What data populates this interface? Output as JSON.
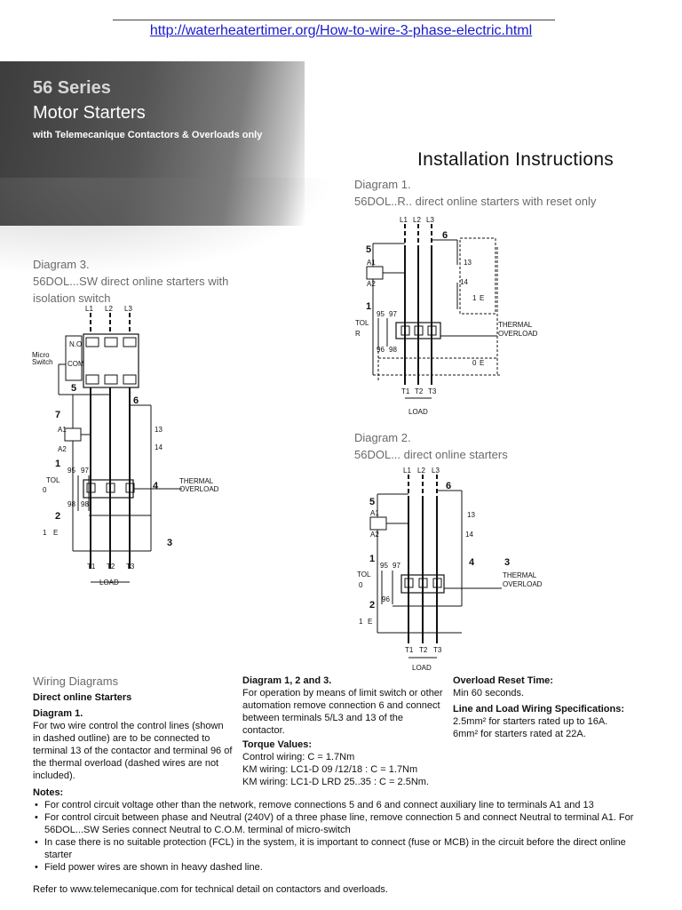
{
  "header": {
    "url": "http://waterheatertimer.org/How-to-wire-3-phase-electric.html",
    "series": "56 Series",
    "product": "Motor Starters",
    "tagline": "with Telemecanique Contactors & Overloads only",
    "install_title": "Installation Instructions"
  },
  "diagrams": {
    "d1": {
      "title": "Diagram 1.",
      "subtitle": "56DOL..R.. direct online starters with reset only"
    },
    "d2": {
      "title": "Diagram 2.",
      "subtitle": "56DOL... direct online starters"
    },
    "d3": {
      "title": "Diagram 3.",
      "subtitle": "56DOL...SW direct online starters with isolation switch"
    },
    "labels": {
      "l1": "L1",
      "l2": "L2",
      "l3": "L3",
      "t1": "T1",
      "t2": "T2",
      "t3": "T3",
      "n1": "1",
      "n2": "2",
      "n3": "3",
      "n4": "4",
      "n5": "5",
      "n6": "6",
      "n7": "7",
      "n13": "13",
      "n14": "14",
      "n95": "95",
      "n96": "96",
      "n97": "97",
      "n98": "98",
      "a1": "A1",
      "a2": "A2",
      "tol": "TOL",
      "r": "R",
      "zero": "0",
      "one": "1",
      "e": "E",
      "thermal": "THERMAL",
      "overload": "OVERLOAD",
      "load": "LOAD",
      "no": "N.O",
      "com": "COM",
      "micro": "Micro",
      "switch": "Switch"
    }
  },
  "wiring": {
    "heading": "Wiring Diagrams",
    "subheading": "Direct online Starters",
    "d1_title": "Diagram 1.",
    "d1_text": "For two wire control the control lines (shown in dashed outline) are to be connected to terminal 13 of the contactor and terminal 96 of the thermal overload (dashed wires are not included).",
    "d123_title": "Diagram 1, 2 and 3.",
    "d123_text": "For operation by means of limit switch or other automation remove connection 6 and connect between terminals 5/L3 and 13 of the contactor.",
    "torque_title": "Torque Values:",
    "torque_lines": [
      "Control wiring: C = 1.7Nm",
      "KM wiring: LC1-D 09 /12/18 : C = 1.7Nm",
      "KM wiring: LC1-D LRD 25..35 : C = 2.5Nm."
    ],
    "reset_title": "Overload Reset Time:",
    "reset_text": "Min 60 seconds.",
    "spec_title": "Line and Load Wiring Specifications:",
    "spec_lines": [
      "2.5mm² for starters rated up to 16A.",
      "6mm² for starters rated at 22A."
    ]
  },
  "notes": {
    "title": "Notes:",
    "items": [
      "For control circuit voltage other than the network, remove connections 5 and 6 and connect auxiliary line to terminals A1 and 13",
      "For control circuit between phase and Neutral (240V) of a three phase line, remove connection 5 and connect Neutral to terminal A1. For 56DOL...SW Series connect Neutral to C.O.M. terminal of micro-switch",
      "In case there is no suitable protection (FCL) in the system, it is important to connect (fuse or MCB) in the circuit before the direct online starter",
      "Field power wires are shown in heavy dashed line."
    ],
    "refer": "Refer to www.telemecanique.com for technical detail on contactors and overloads."
  }
}
